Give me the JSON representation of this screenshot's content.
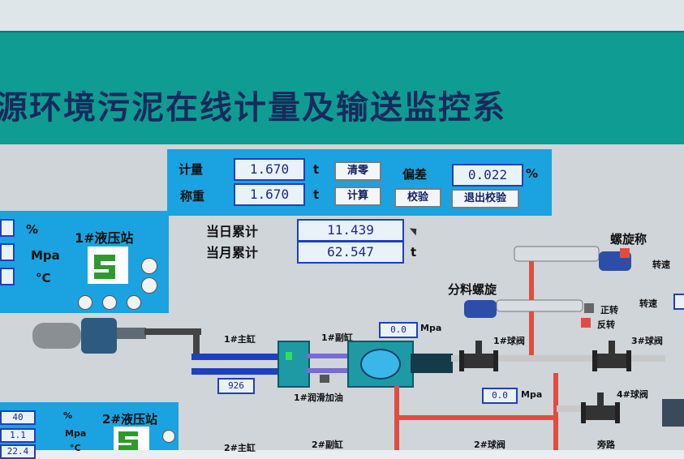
{
  "header": {
    "title": "源环境污泥在线计量及输送监控系"
  },
  "metering": {
    "jiliang_label": "计量",
    "jiliang_value": "1.670",
    "jiliang_unit": "t",
    "clear_btn": "清零",
    "deviation_label": "偏差",
    "deviation_value": "0.022",
    "deviation_unit": "%",
    "chengzhong_label": "称重",
    "chengzhong_value": "1.670",
    "chengzhong_unit": "t",
    "calc_btn": "计算",
    "verify_btn": "校验",
    "exit_verify_btn": "退出校验"
  },
  "totals": {
    "daily_label": "当日累计",
    "daily_value": "11.439",
    "monthly_label": "当月累计",
    "monthly_value": "62.547",
    "unit": "t"
  },
  "station1": {
    "name": "1#液压站",
    "pct": "%",
    "mpa": "Mpa",
    "celsius": "°C"
  },
  "station2": {
    "name": "2#液压站",
    "pct": "%",
    "mpa": "Mpa",
    "celsius": "°C",
    "values": [
      "40",
      "1.1",
      "22.4"
    ]
  },
  "equipment": {
    "spiral_scale": "螺旋称",
    "speed1": "转速",
    "feeder": "分料螺旋",
    "speed2": "转速",
    "forward": "正转",
    "reverse": "反转",
    "main_cyl": "1#主缸",
    "aux_cyl": "1#副缸",
    "aux_pressure": "0.0",
    "aux_unit": "Mpa",
    "counter": "926",
    "lube": "1#润滑加油",
    "valve1": "1#球阀",
    "valve3": "3#球阀",
    "valve4": "4#球阀",
    "valve2": "2#球阀",
    "bypass": "旁路",
    "mpa_lower_value": "0.0",
    "mpa_lower_unit": "Mpa",
    "main_cyl2": "2#主缸",
    "aux_cyl2": "2#副缸"
  },
  "colors": {
    "header_bg": "#0f9c93",
    "accent_blue": "#1aa3e0",
    "pipe_blue": "#1e3fbf",
    "alarm_red": "#e24c3f"
  }
}
